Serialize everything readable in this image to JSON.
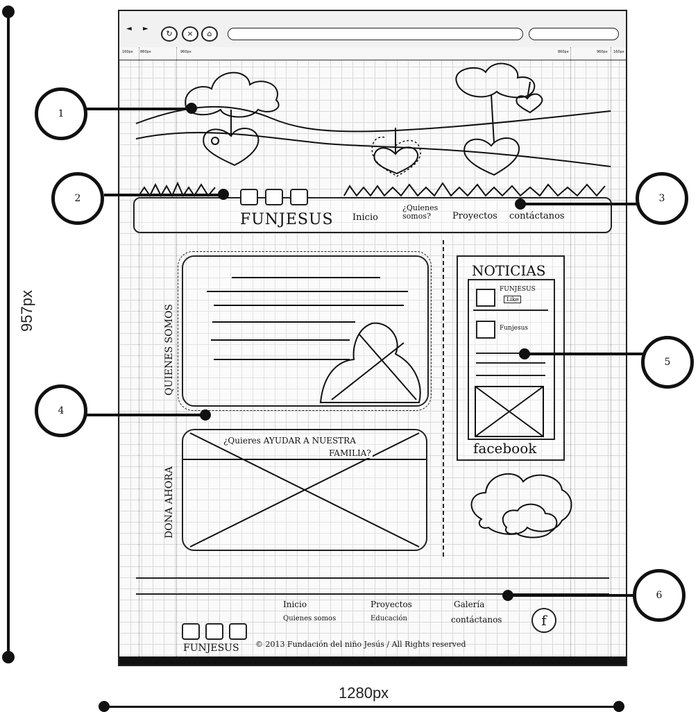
{
  "dimensions": {
    "height_label": "957px",
    "width_label": "1280px"
  },
  "browser": {
    "nav_buttons": [
      "◄",
      "►"
    ],
    "control_icons": [
      "reload-icon",
      "close-icon",
      "home-icon"
    ],
    "ruler_labels": {
      "left_a": "160px",
      "left_b": "860px",
      "center": "960px",
      "right_a": "860px",
      "right_b": "960px",
      "right_c": "160px"
    }
  },
  "callouts": [
    "1",
    "2",
    "3",
    "4",
    "5",
    "6"
  ],
  "header": {
    "logo_text": "FUNJESUS",
    "nav_items": [
      "Inicio",
      "¿Quienes somos?",
      "Proyectos",
      "contáctanos"
    ]
  },
  "main": {
    "about_label": "QUIENES SOMOS",
    "donate_label": "DONA AHORA",
    "donate_heading_line1": "¿Quieres AYUDAR A NUESTRA",
    "donate_heading_line2": "FAMILIA?"
  },
  "sidebar": {
    "title": "NOTICIAS",
    "item1_name": "FUNJESUS",
    "item1_badge": "Like",
    "item2_name": "Funjesus",
    "facebook_text": "facebook"
  },
  "footer": {
    "col1": [
      "Inicio",
      "Quienes somos"
    ],
    "col2": [
      "Proyectos",
      "Educación"
    ],
    "col3": [
      "Galería",
      "contáctanos"
    ],
    "brand": "FUNJESUS",
    "copyright": "© 2013 Fundación del niño Jesús / All Rights reserved",
    "social_icon": "facebook-icon"
  }
}
